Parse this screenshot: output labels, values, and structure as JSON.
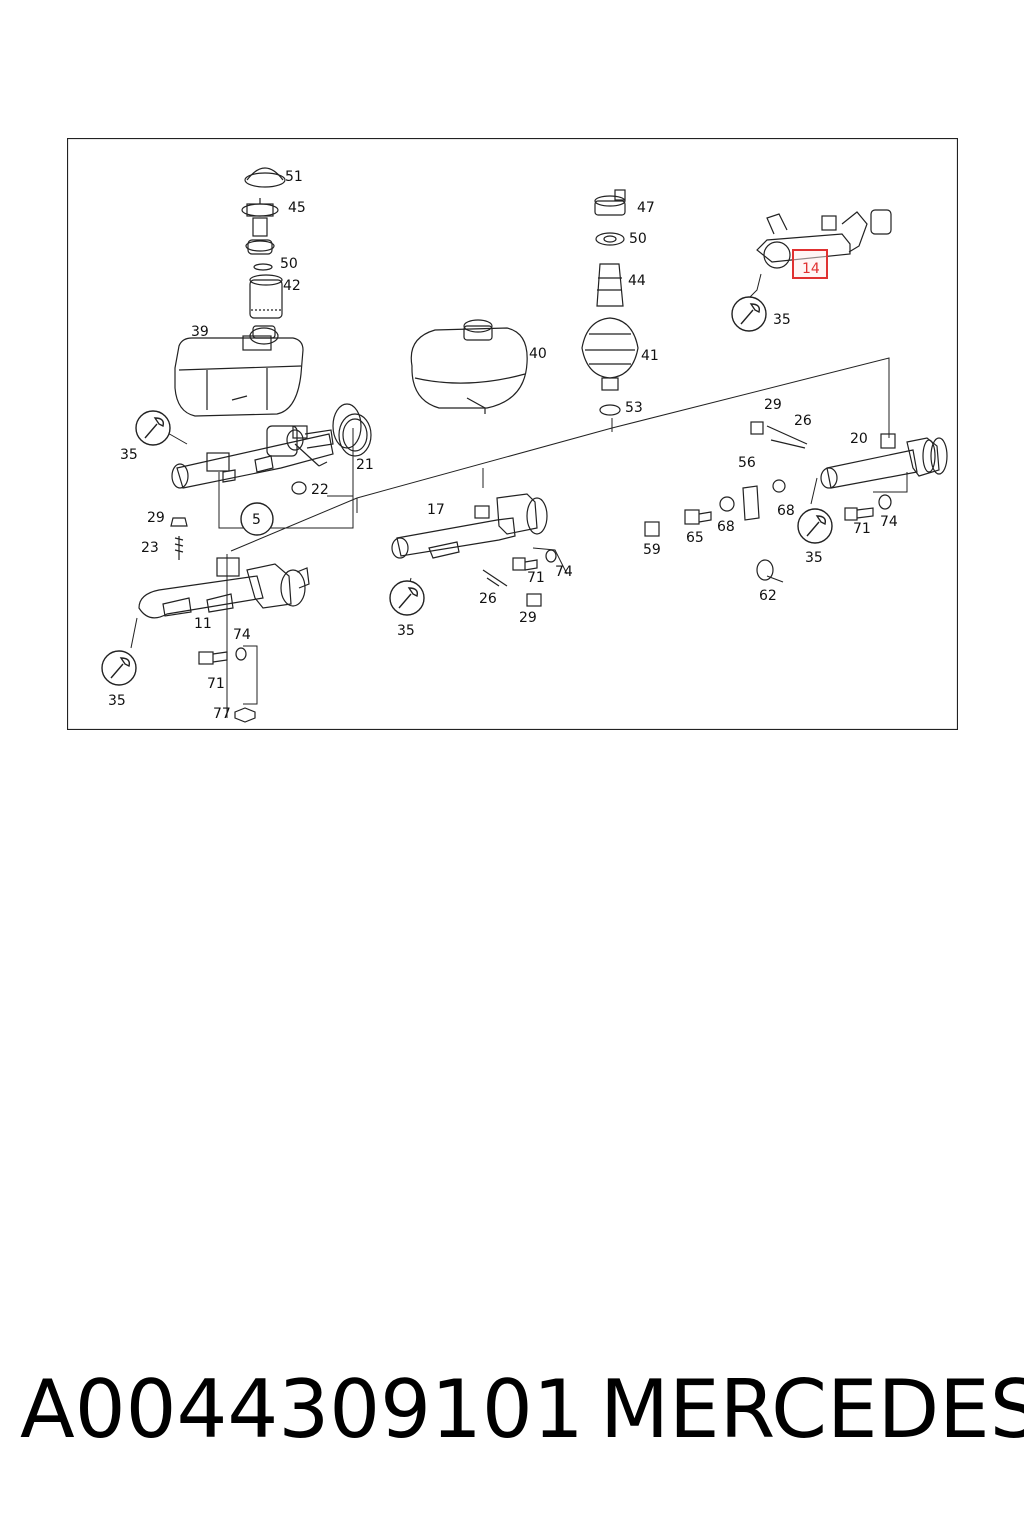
{
  "callouts": {
    "c51": "51",
    "c45": "45",
    "c50a": "50",
    "c42": "42",
    "c39": "39",
    "c40": "40",
    "c47": "47",
    "c50b": "50",
    "c44": "44",
    "c41": "41",
    "c53": "53",
    "c14": "14",
    "c35a": "35",
    "c35b": "35",
    "c22": "22",
    "c21": "21",
    "c5": "5",
    "c29a": "29",
    "c23": "23",
    "c17": "17",
    "c26a": "26",
    "c71a": "71",
    "c74a": "74",
    "c29b": "29",
    "c35c": "35",
    "c11": "11",
    "c74b": "74",
    "c71b": "71",
    "c35d": "35",
    "c77": "77",
    "c29c": "29",
    "c26b": "26",
    "c20": "20",
    "c56": "56",
    "c59": "59",
    "c65": "65",
    "c68a": "68",
    "c68b": "68",
    "c35e": "35",
    "c71c": "71",
    "c74c": "74",
    "c62": "62"
  },
  "highlight": {
    "label": "14",
    "color": "#e03030"
  },
  "footer": {
    "part_number": "A0044309101",
    "brand": "MERCEDES"
  }
}
